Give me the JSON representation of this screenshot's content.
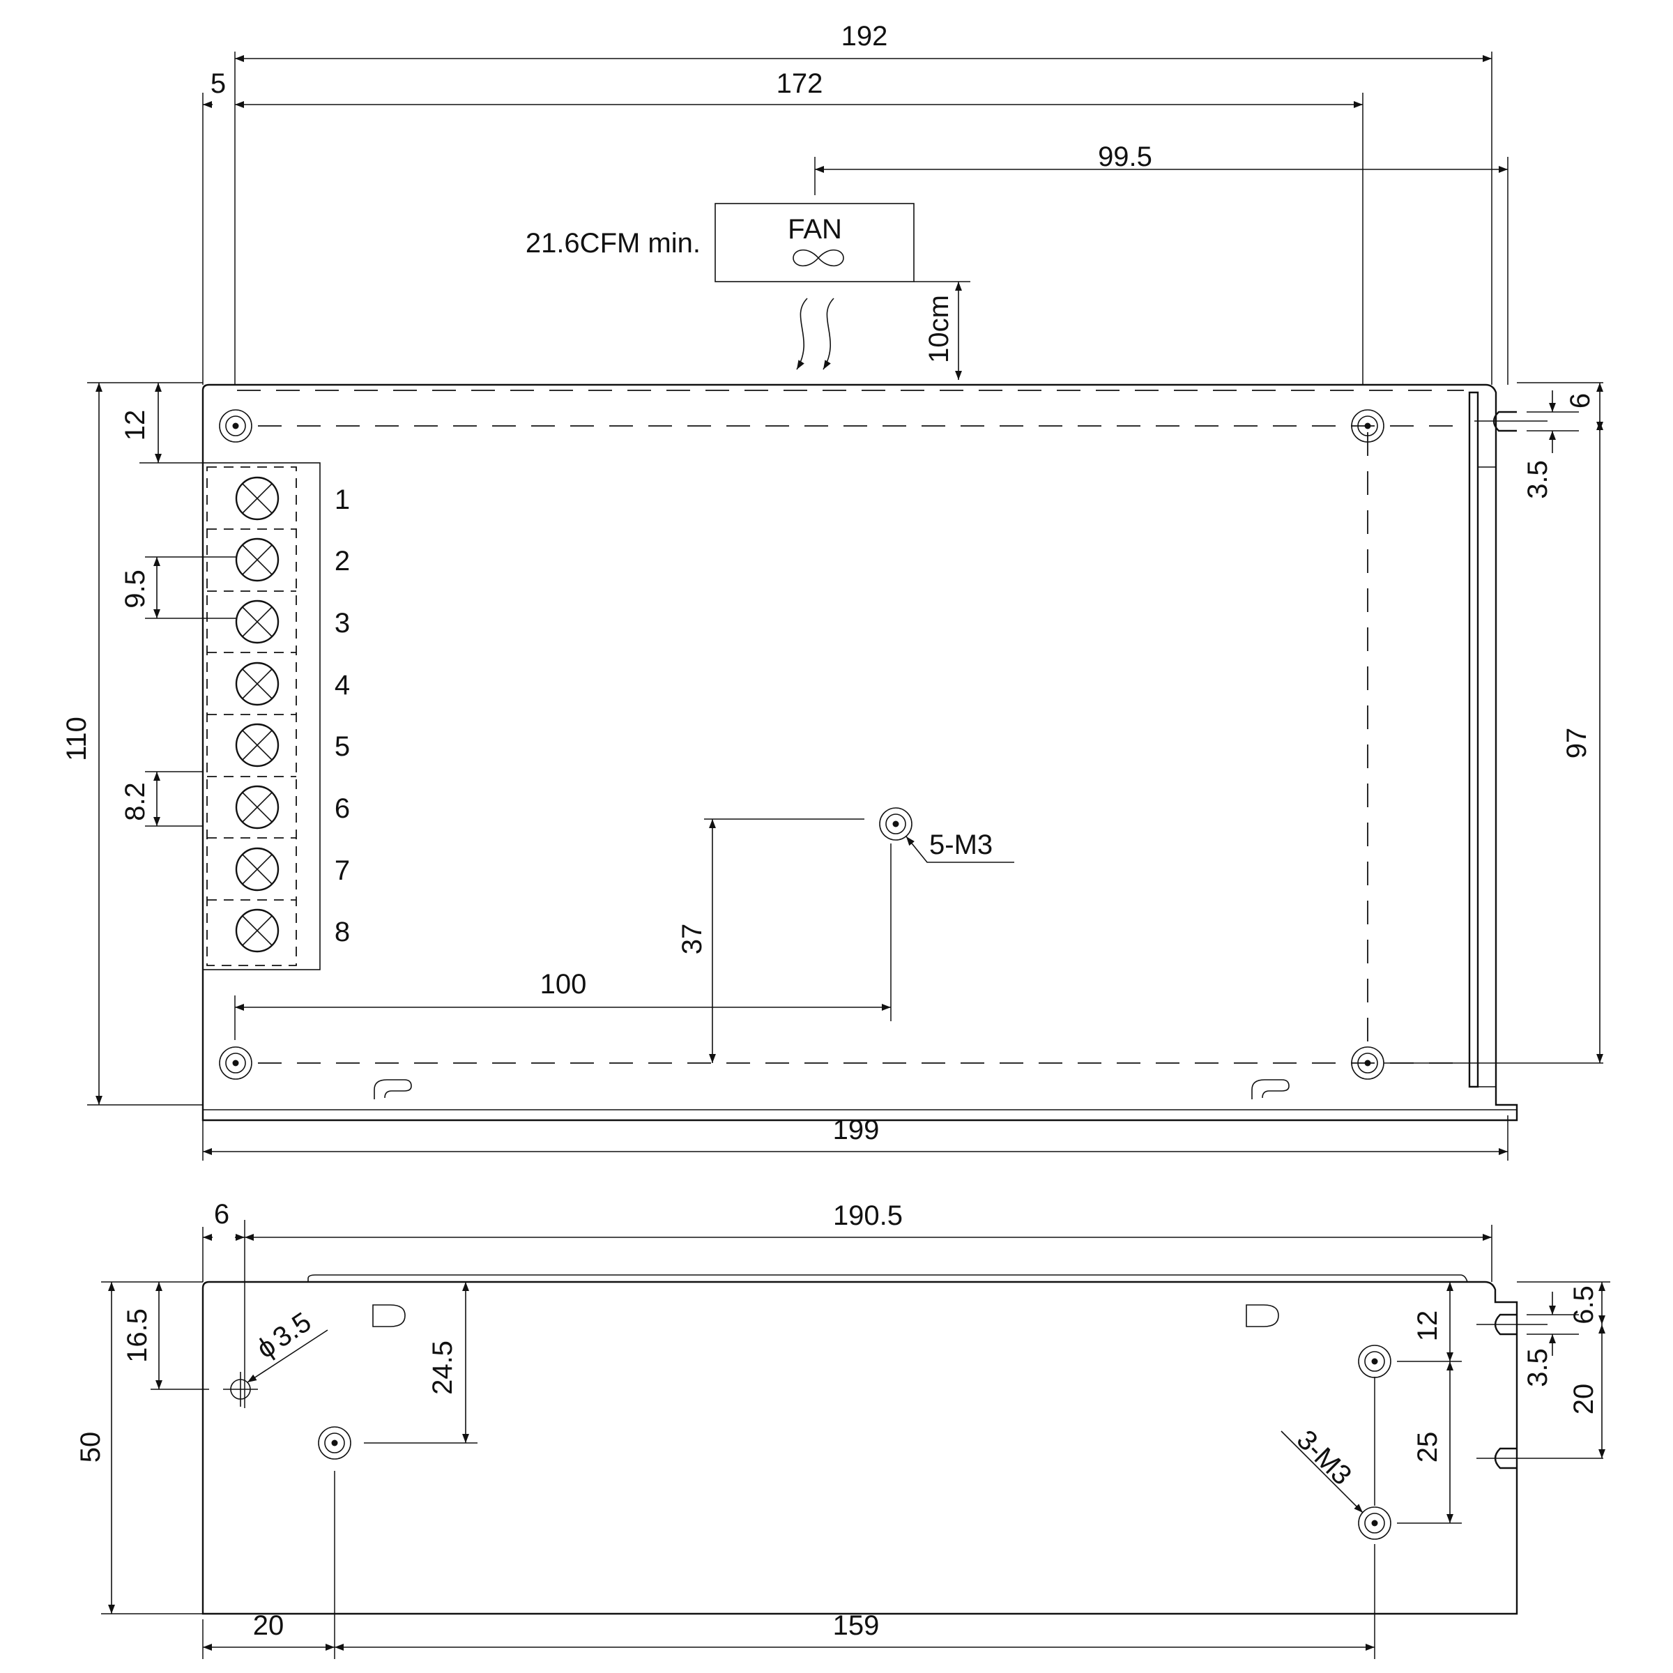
{
  "top_view": {
    "dims": {
      "overall_len_192": "192",
      "hole_span_172": "172",
      "fan_pos_99_5": "99.5",
      "edge_5": "5",
      "fan_clear_10cm": "10cm",
      "height_110": "110",
      "hole_offset_12": "12",
      "pitch_9_5": "9.5",
      "pitch_8_2": "8.2",
      "hole_pos_37": "37",
      "hole_pos_100": "100",
      "width_199": "199",
      "slot_6": "6",
      "slot_3_5": "3.5",
      "hole_span_97": "97"
    },
    "fan_label": "FAN",
    "airflow_label": "21.6CFM min.",
    "hole_callout": "5-M3",
    "terminal_numbers": [
      "1",
      "2",
      "3",
      "4",
      "5",
      "6",
      "7",
      "8"
    ]
  },
  "side_view": {
    "dims": {
      "edge_6": "6",
      "len_190_5": "190.5",
      "height_50": "50",
      "pos_16_5": "16.5",
      "pos_24_5": "24.5",
      "right_12": "12",
      "right_25": "25",
      "slot_6_5": "6.5",
      "slot_3_5": "3.5",
      "slot_20": "20",
      "bottom_20": "20",
      "bottom_159": "159"
    },
    "hole_dia_label": "3.5",
    "hole_callout": "3-M3",
    "phi_symbol": "ϕ"
  }
}
